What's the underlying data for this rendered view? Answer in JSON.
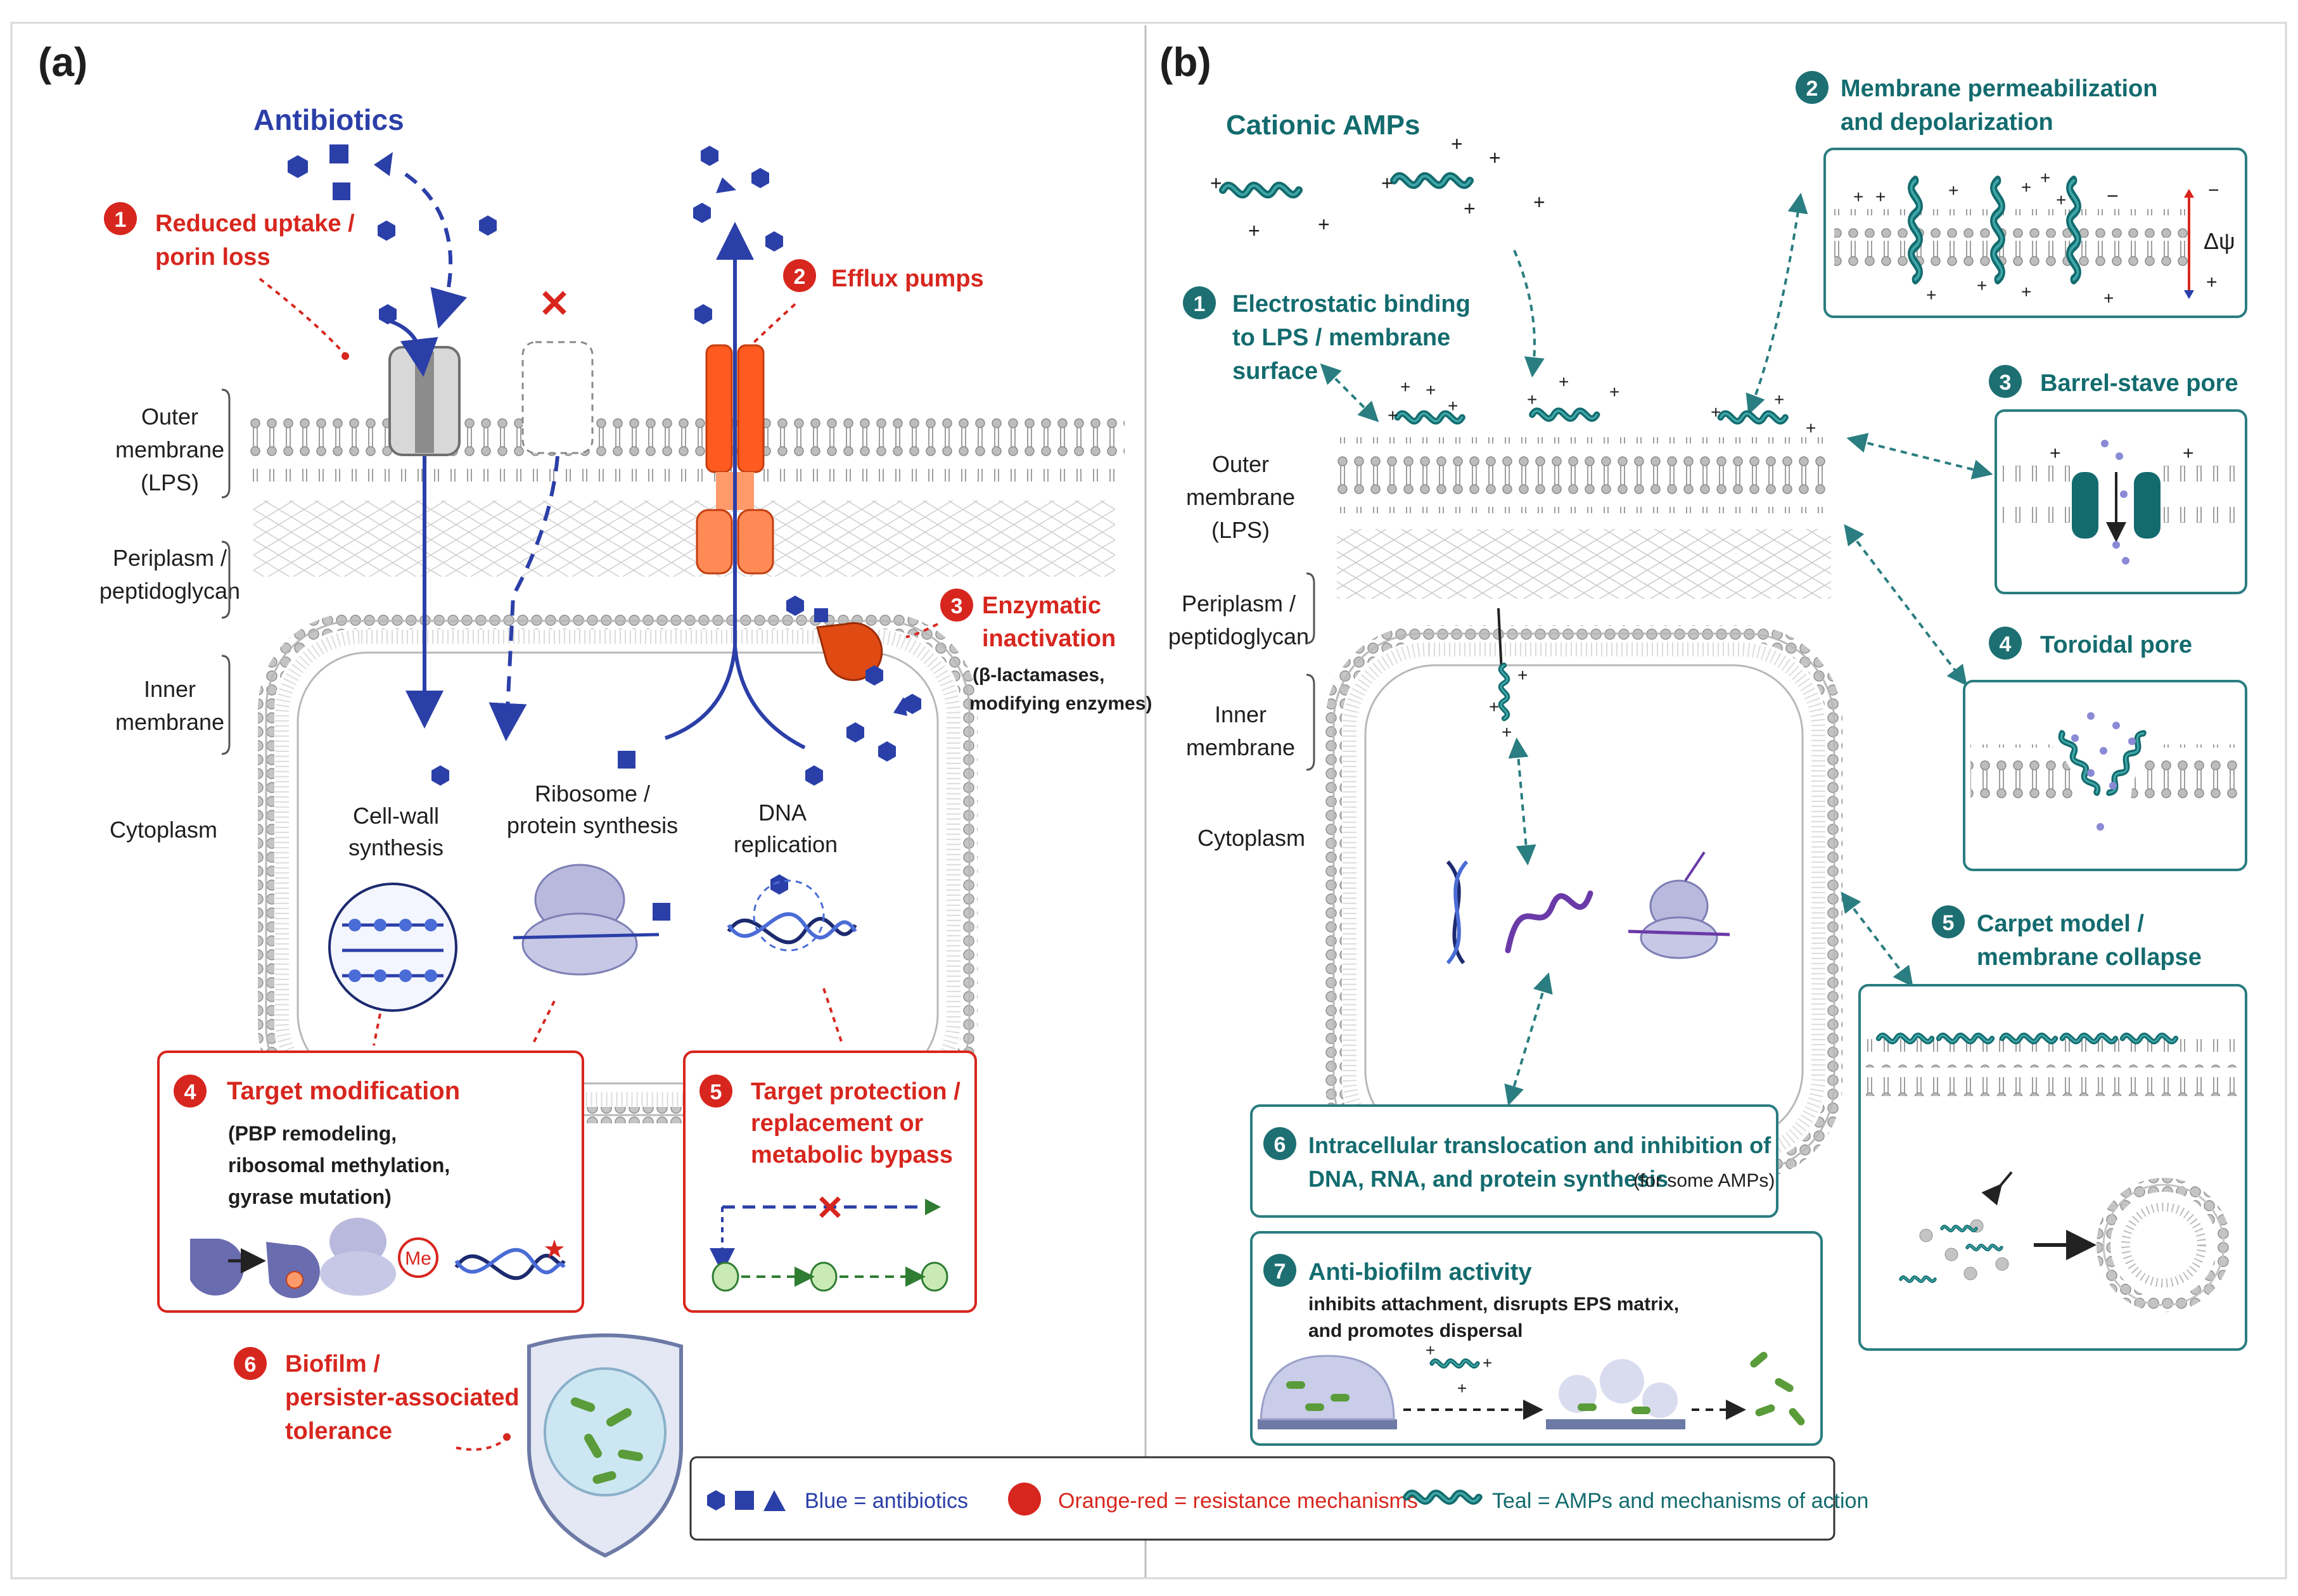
{
  "colors": {
    "antibiotic_blue": "#2b3fa8",
    "resistance_red": "#d7261e",
    "amp_teal": "#136b6e",
    "membrane_grey": "#9b9b9b",
    "box_teal_border": "#2a7d80"
  },
  "panel_a": {
    "label": "(a)",
    "antibiotics_title": "Antibiotics",
    "layers": {
      "outer_1": "Outer",
      "outer_2": "membrane",
      "outer_3": "(LPS)",
      "peri_1": "Periplasm /",
      "peri_2": "peptidoglycan",
      "inner_1": "Inner",
      "inner_2": "membrane",
      "cyto": "Cytoplasm"
    },
    "mech1": {
      "num": "1",
      "line1": "Reduced uptake /",
      "line2": "porin loss"
    },
    "mech2": {
      "num": "2",
      "line1": "Efflux pumps"
    },
    "mech3": {
      "num": "3",
      "line1": "Enzymatic",
      "line2": "inactivation",
      "line3": "(β-lactamases,",
      "line4": "modifying enzymes)"
    },
    "targets": {
      "cellwall_1": "Cell-wall",
      "cellwall_2": "synthesis",
      "ribo_1": "Ribosome /",
      "ribo_2": "protein synthesis",
      "dna_1": "DNA",
      "dna_2": "replication"
    },
    "mech4": {
      "num": "4",
      "title": "Target modification",
      "line1": "(PBP remodeling,",
      "line2": "ribosomal methylation,",
      "line3": "gyrase mutation)",
      "me": "Me"
    },
    "mech5": {
      "num": "5",
      "line1": "Target protection /",
      "line2": "replacement or",
      "line3": "metabolic bypass"
    },
    "mech6": {
      "num": "6",
      "line1": "Biofilm /",
      "line2": "persister-associated",
      "line3": "tolerance"
    }
  },
  "panel_b": {
    "label": "(b)",
    "amp_title": "Cationic AMPs",
    "layers": {
      "outer_1": "Outer",
      "outer_2": "membrane",
      "outer_3": "(LPS)",
      "peri_1": "Periplasm /",
      "peri_2": "peptidoglycan",
      "inner_1": "Inner",
      "inner_2": "membrane",
      "cyto": "Cytoplasm"
    },
    "mech1": {
      "num": "1",
      "line1": "Electrostatic binding",
      "line2": "to LPS / membrane",
      "line3": "surface"
    },
    "mech2": {
      "num": "2",
      "line1": "Membrane permeabilization",
      "line2": "and depolarization",
      "delta_psi": "Δψ"
    },
    "mech3": {
      "num": "3",
      "line1": "Barrel-stave pore"
    },
    "mech4": {
      "num": "4",
      "line1": "Toroidal pore"
    },
    "mech5": {
      "num": "5",
      "line1": "Carpet model /",
      "line2": "membrane collapse"
    },
    "mech6": {
      "num": "6",
      "line1": "Intracellular translocation and inhibition of",
      "line2": "DNA, RNA, and protein synthesis",
      "line2_note": "(for some AMPs)"
    },
    "mech7": {
      "num": "7",
      "title": "Anti-biofilm activity",
      "line1": "inhibits attachment, disrupts EPS matrix,",
      "line2": "and promotes dispersal"
    }
  },
  "legend": {
    "blue": "Blue = antibiotics",
    "red": "Orange-red = resistance mechanisms",
    "teal": "Teal = AMPs and mechanisms of action"
  }
}
